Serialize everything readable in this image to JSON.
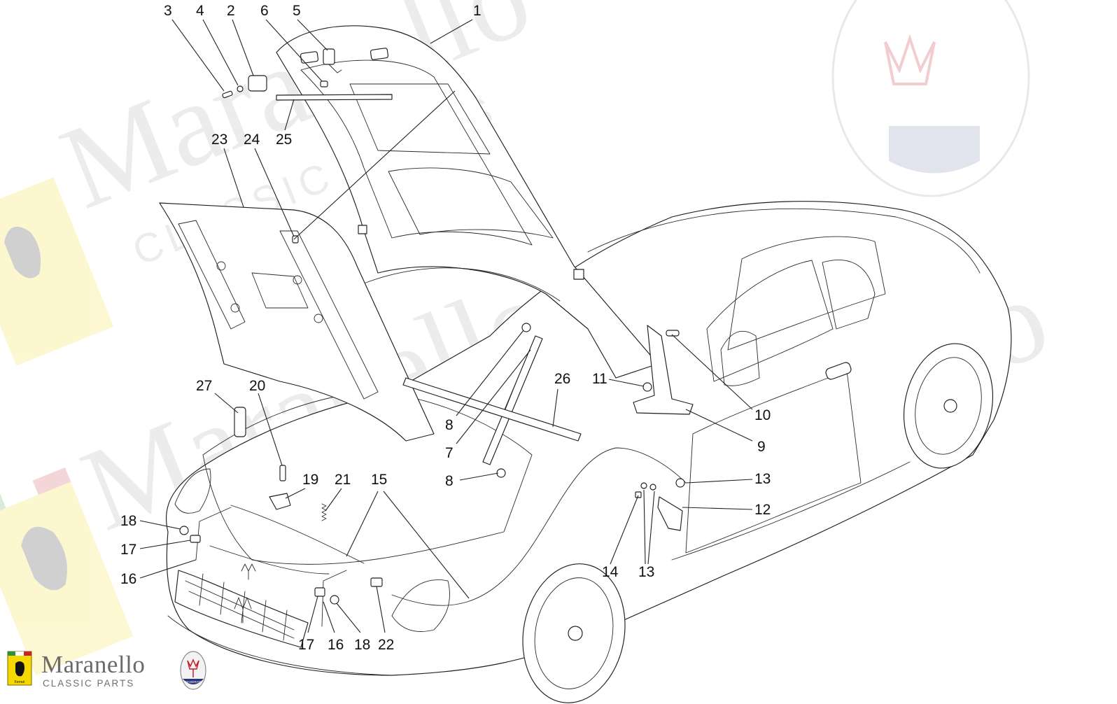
{
  "brand": {
    "name": "Maranello",
    "tagline": "CLASSIC PARTS",
    "badge_text": "Ferrari",
    "emblem_text": "MASERATI"
  },
  "watermark": {
    "word": "Maranello",
    "tagline": "CLASSIC PARTS",
    "opacity_note": "faint grey diagonal text"
  },
  "colors": {
    "line": "#1e1e1e",
    "background": "#ffffff",
    "watermark": "#9a9a9a",
    "ferrari_yellow": "#f5d800",
    "italian_green": "#2f8f3a",
    "italian_red": "#c8232c",
    "maserati_red": "#c61f2b",
    "maserati_blue": "#26337a"
  },
  "callouts": [
    {
      "id": "c1",
      "label": "1"
    },
    {
      "id": "c2",
      "label": "2"
    },
    {
      "id": "c3",
      "label": "3"
    },
    {
      "id": "c4",
      "label": "4"
    },
    {
      "id": "c5",
      "label": "5"
    },
    {
      "id": "c6",
      "label": "6"
    },
    {
      "id": "c7",
      "label": "7"
    },
    {
      "id": "c8a",
      "label": "8"
    },
    {
      "id": "c8b",
      "label": "8"
    },
    {
      "id": "c9",
      "label": "9"
    },
    {
      "id": "c10",
      "label": "10"
    },
    {
      "id": "c11",
      "label": "11"
    },
    {
      "id": "c12",
      "label": "12"
    },
    {
      "id": "c13a",
      "label": "13"
    },
    {
      "id": "c13b",
      "label": "13"
    },
    {
      "id": "c14",
      "label": "14"
    },
    {
      "id": "c15",
      "label": "15"
    },
    {
      "id": "c16a",
      "label": "16"
    },
    {
      "id": "c16b",
      "label": "16"
    },
    {
      "id": "c17a",
      "label": "17"
    },
    {
      "id": "c17b",
      "label": "17"
    },
    {
      "id": "c18a",
      "label": "18"
    },
    {
      "id": "c18b",
      "label": "18"
    },
    {
      "id": "c19",
      "label": "19"
    },
    {
      "id": "c20",
      "label": "20"
    },
    {
      "id": "c21",
      "label": "21"
    },
    {
      "id": "c22",
      "label": "22"
    },
    {
      "id": "c23",
      "label": "23"
    },
    {
      "id": "c24",
      "label": "24"
    },
    {
      "id": "c25",
      "label": "25"
    },
    {
      "id": "c26",
      "label": "26"
    },
    {
      "id": "c27",
      "label": "27"
    }
  ]
}
